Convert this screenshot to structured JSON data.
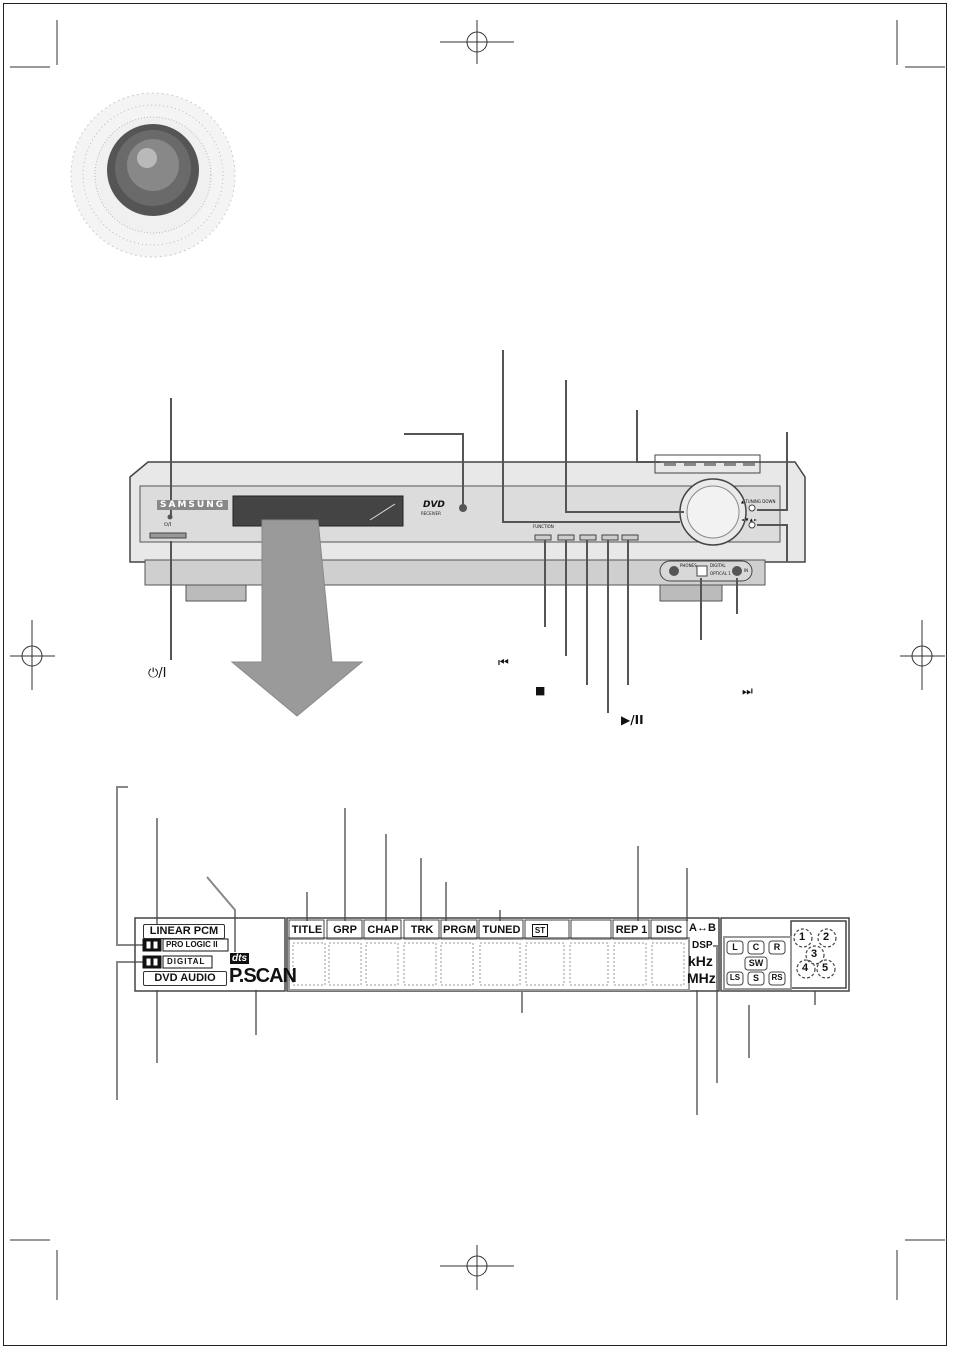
{
  "front_panel": {
    "brand": "SAMSUNG",
    "dvd_logo": "DVD",
    "dvd_logo_sub": "RECEIVER",
    "standby_label": "⏻/I",
    "function_label": "FUNCTION",
    "phones_label": "PHONES",
    "digital_label": "DIGITAL",
    "optical_label": "OPTICAL 1",
    "aux_label": "IN",
    "right_top_label": "▲ TUNING DOWN",
    "right_mid_label": "◄ ▼ ▲ ►",
    "power_symbol": "⏻/I",
    "prev_symbol": "⏮",
    "stop_symbol": "■",
    "play_pause_symbol": "▶/II",
    "next_symbol": "⏭"
  },
  "display": {
    "linear_pcm": "LINEAR PCM",
    "pro_logic": "PRO LOGIC II",
    "digital": "DIGITAL",
    "dvd_audio": "DVD AUDIO",
    "dts": "dts",
    "pscan": "P.SCAN",
    "title": "TITLE",
    "grp": "GRP",
    "chap": "CHAP",
    "trk": "TRK",
    "prgm": "PRGM",
    "tuned": "TUNED",
    "st": "ST",
    "rep1": "REP 1",
    "disc": "DISC",
    "ab": "A↔B",
    "dsp": "DSP",
    "khz": "kHz",
    "mhz": "MHz",
    "ch_l": "L",
    "ch_c": "C",
    "ch_r": "R",
    "ch_sw": "SW",
    "ch_ls": "LS",
    "ch_s": "S",
    "ch_rs": "RS",
    "disc_1": "1",
    "disc_2": "2",
    "disc_3": "3",
    "disc_4": "4",
    "disc_5": "5"
  }
}
